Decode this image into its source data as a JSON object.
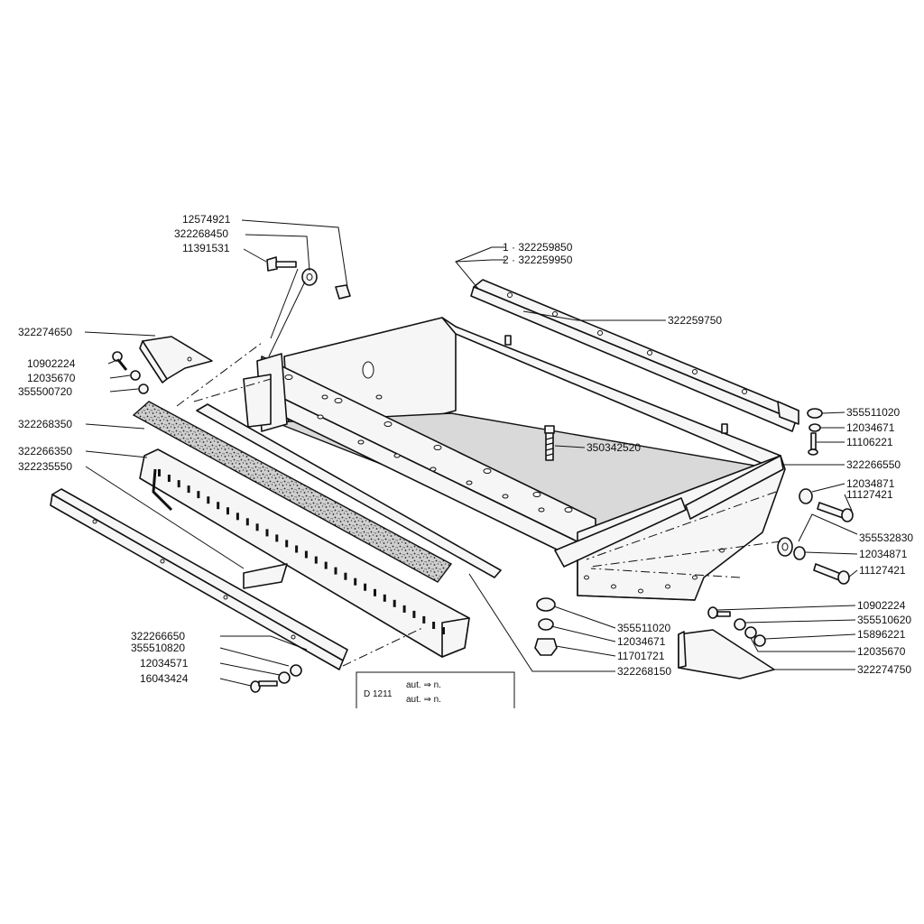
{
  "labels": {
    "p12574921": "12574921",
    "p322268450": "322268450",
    "p11391531": "11391531",
    "p322274650": "322274650",
    "p10902224_l": "10902224",
    "p12035670_l": "12035670",
    "p355500720": "355500720",
    "p322268350": "322268350",
    "p322266350": "322266350",
    "p322235550": "322235550",
    "p322266650": "322266650",
    "p355510820": "355510820",
    "p12034571": "12034571",
    "p16043424": "16043424",
    "p1_322259850": "1 · 322259850",
    "p2_322259950": "2 · 322259950",
    "p322259750": "322259750",
    "p350342520": "350342520",
    "p355511020_r": "355511020",
    "p12034671_r": "12034671",
    "p11106221": "11106221",
    "p322266550": "322266550",
    "p12034871_a": "12034871",
    "p11127421_a": "11127421",
    "p355532830": "355532830",
    "p12034871_b": "12034871",
    "p11127421_b": "11127421",
    "p10902224_r": "10902224",
    "p355510620": "355510620",
    "p15896221": "15896221",
    "p12035670_r": "12035670",
    "p322274750": "322274750",
    "p355511020_c": "355511020",
    "p12034671_c": "12034671",
    "p11701721": "11701721",
    "p322268150": "322268150"
  },
  "note_box": {
    "code": "D 1211",
    "line1": "aut. ⇒ n.",
    "line2": "aut. ⇒ n."
  }
}
